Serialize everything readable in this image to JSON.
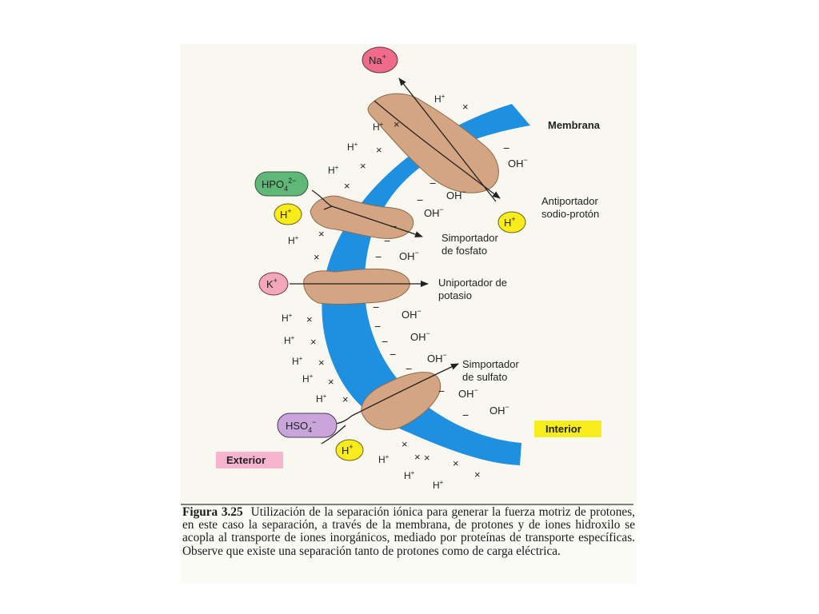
{
  "diagram": {
    "labels": {
      "membrane": "Membrana",
      "interior": "Interior",
      "exterior": "Exterior"
    },
    "ions": {
      "sodium": "Na",
      "phosphate": "HPO",
      "phosphate_sub": "4",
      "phosphate_sup": "2−",
      "potassium": "K",
      "sulfate": "HSO",
      "sulfate_sub": "4",
      "sulfate_sup": "−",
      "proton": "H",
      "plus": "+",
      "hydroxyl": "OH",
      "minus": "−",
      "cross": "×"
    },
    "transporters": {
      "antiporter_line1": "Antiportador",
      "antiporter_line2": "sodio-protón",
      "phosphate_line1": "Simportador",
      "phosphate_line2": "de fosfato",
      "potassium_line1": "Uniportador de",
      "potassium_line2": "potasio",
      "sulfate_line1": "Simportador",
      "sulfate_line2": "de sulfato"
    },
    "colors": {
      "membrane": "#1f8fe0",
      "protein": "#d4a582",
      "sodium": "#f06a8a",
      "phosphate": "#5fb878",
      "potassium": "#f4a6ba",
      "sulfate": "#c9a5dc",
      "proton": "#f8ec1a",
      "interior_tag": "#f7ec1c",
      "exterior_tag": "#f6b4cf"
    }
  },
  "caption": {
    "figure": "Figura 3.25",
    "text": "Utilización de la separación iónica  para generar la fuerza motriz de protones, en este caso la separación, a través de la membrana,  de protones y de iones hidroxilo se acopla al transporte de iones inorgánicos, mediado por proteínas de transporte específicas. Observe que existe una separación tanto de protones como de carga eléctrica."
  }
}
